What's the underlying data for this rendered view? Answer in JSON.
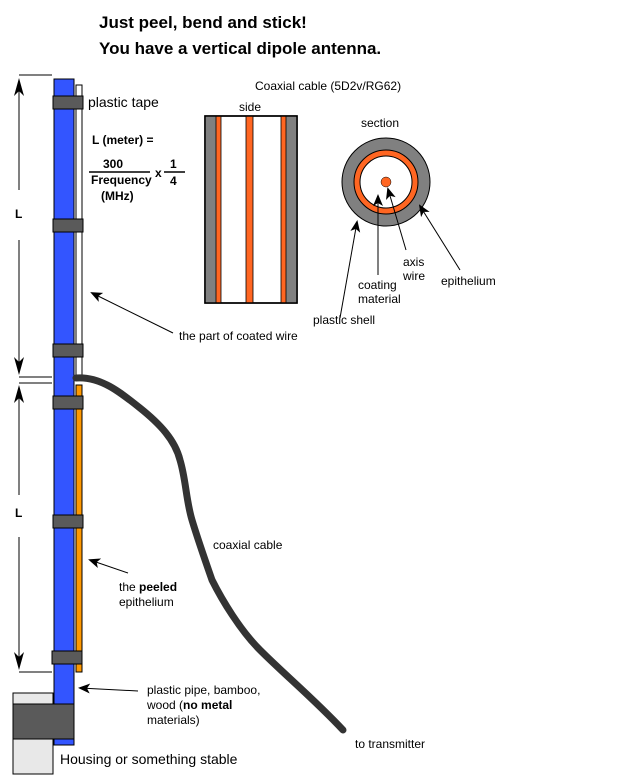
{
  "title": {
    "line1": "Just peel, bend and stick!",
    "line2": "You have a vertical dipole antenna."
  },
  "labels": {
    "plastic_tape": "plastic tape",
    "formula_lhs": "L (meter) =",
    "formula_num": "300",
    "formula_den1": "Frequency",
    "formula_den2": "(MHz)",
    "formula_times": "x",
    "formula_frac_num": "1",
    "formula_frac_den": "4",
    "length_upper": "L",
    "length_lower": "L",
    "coaxial_title": "Coaxial cable (5D2v/RG62)",
    "side": "side",
    "section": "section",
    "axis_wire_1": "axis",
    "axis_wire_2": "wire",
    "coating_1": "coating",
    "coating_2": "material",
    "epithelium": "epithelium",
    "plastic_shell": "plastic shell",
    "coated_wire": "the part of coated wire",
    "coaxial_cable": "coaxial cable",
    "peeled_prefix": "the ",
    "peeled_bold": "peeled",
    "peeled_line2": "epithelium",
    "pipe_line1": "plastic pipe, bamboo,",
    "pipe_line2_prefix": "wood (",
    "pipe_line2_bold": "no metal",
    "pipe_line3": "materials)",
    "to_transmitter": "to transmitter",
    "housing": "Housing or something stable"
  },
  "colors": {
    "pipe": "#3355ff",
    "tape": "#5a5a5a",
    "peeled": "#ff9900",
    "coax_shell": "#808080",
    "coax_conductor": "#ff6622",
    "cable": "#333333",
    "housing": "#e8e8e8"
  }
}
